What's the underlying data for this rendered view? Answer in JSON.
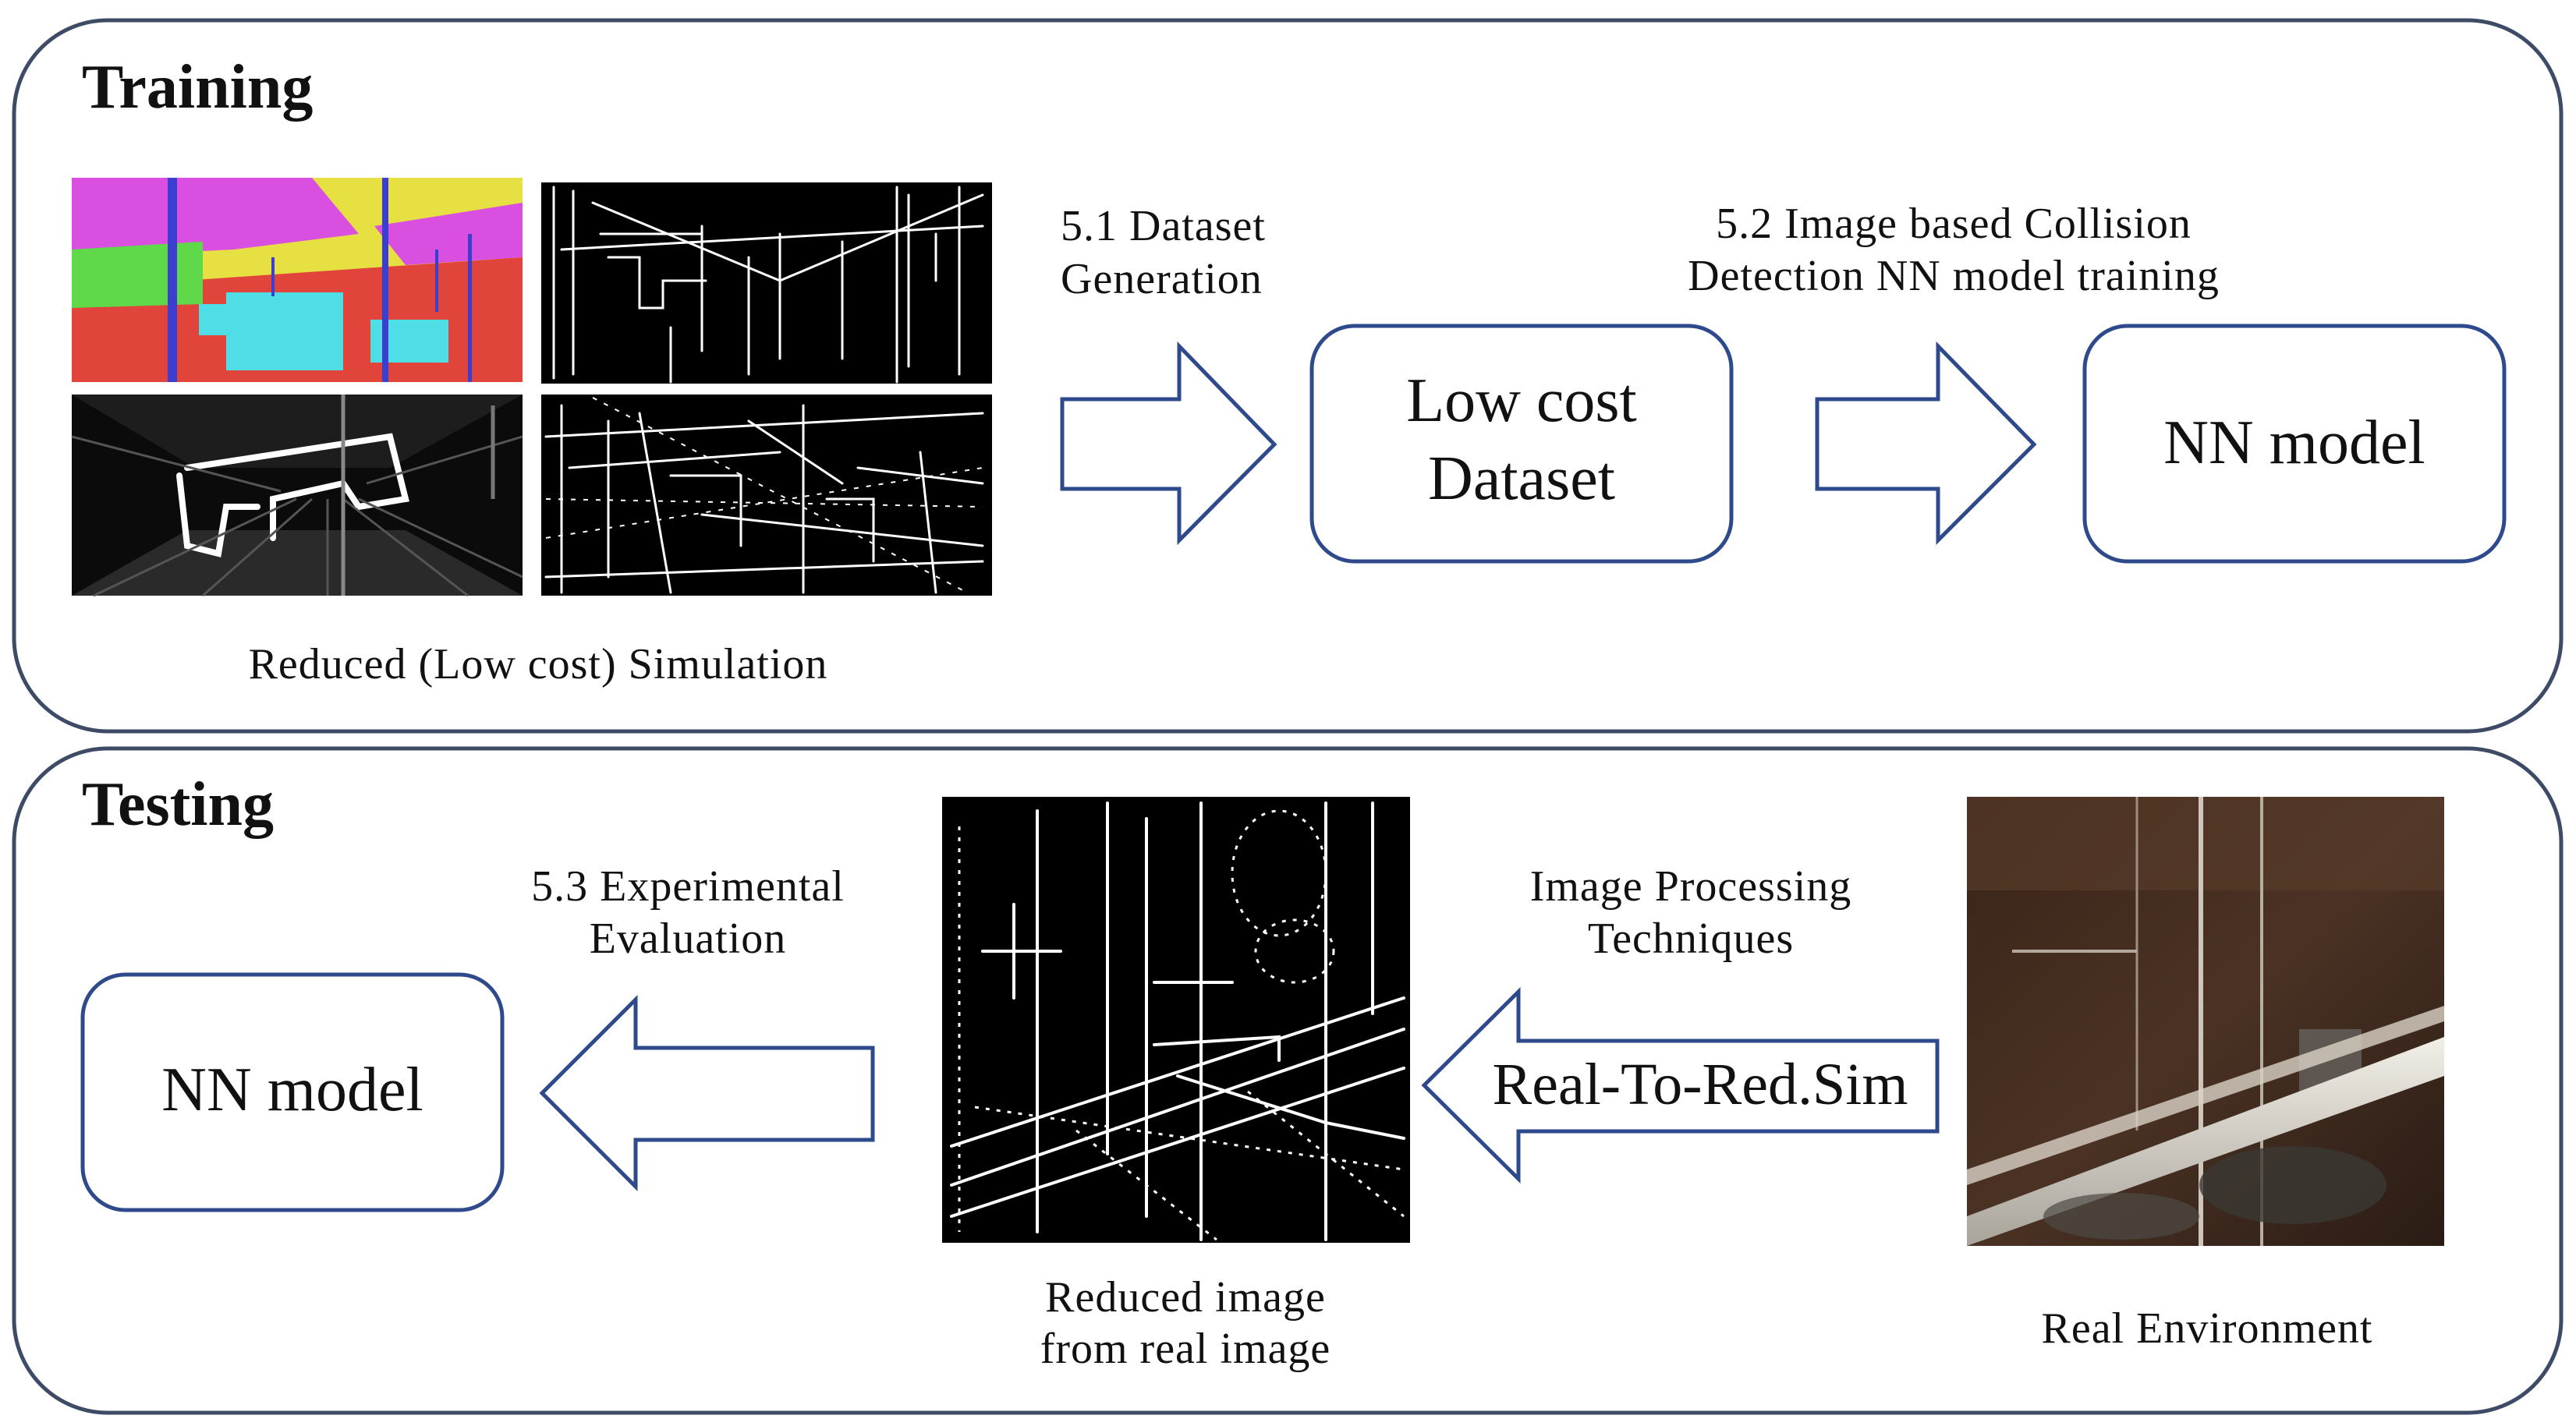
{
  "training": {
    "title": "Training",
    "sim_caption": "Reduced (Low cost) Simulation",
    "step1": [
      "5.1 Dataset",
      "Generation"
    ],
    "step2": [
      "5.2 Image based Collision",
      "Detection NN model training"
    ],
    "dataset_box": [
      "Low cost",
      "Dataset"
    ],
    "model_box": "NN model"
  },
  "testing": {
    "title": "Testing",
    "step3": [
      "5.3 Experimental",
      "Evaluation"
    ],
    "model_box": "NN model",
    "reduced_caption": [
      "Reduced image",
      "from real image"
    ],
    "processing_label": [
      "Image Processing",
      "Techniques"
    ],
    "arrow_label": "Real-To-Red.Sim",
    "real_caption": "Real Environment"
  },
  "colors": {
    "border": "#3d4b66",
    "box_stroke": "#2e4a8c",
    "seg_magenta": "#d94fe0",
    "seg_yellow": "#e6e042",
    "seg_green": "#5fd84a",
    "seg_red": "#e0443a",
    "seg_cyan": "#4fdde6",
    "seg_blue": "#3a3fd0"
  },
  "icons": {
    "segmentation_image": "semantic-segmentation-render",
    "edge_image": "edge-map-render",
    "depth_image": "depth-render",
    "real_image": "real-photo"
  }
}
